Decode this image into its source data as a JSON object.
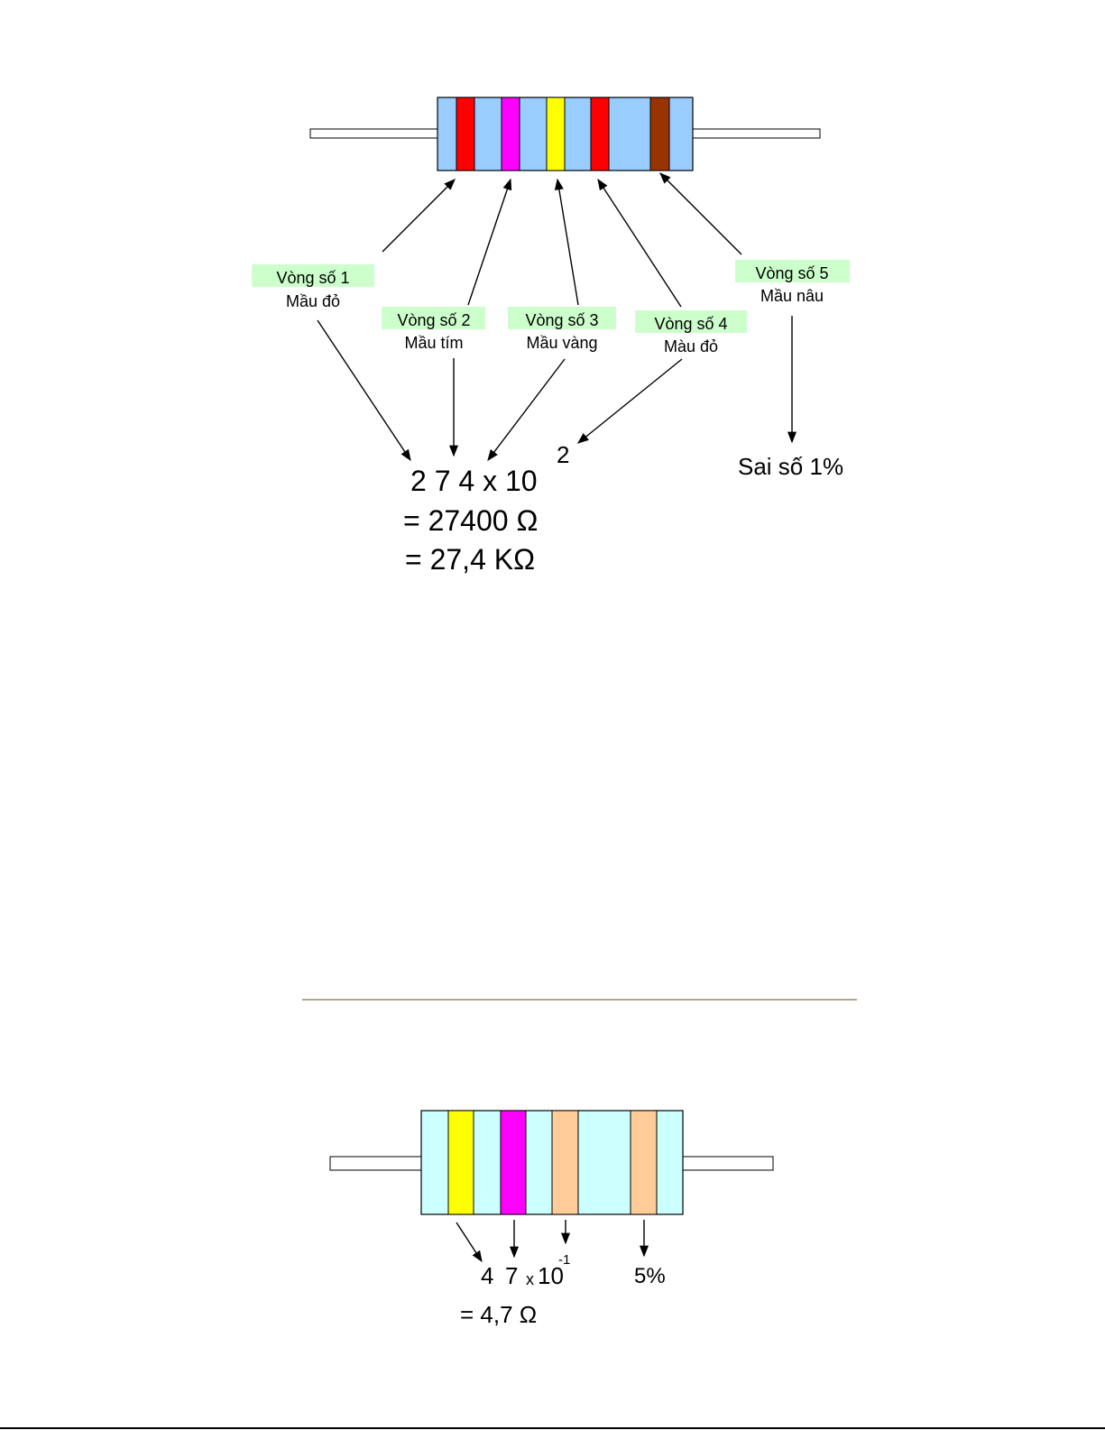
{
  "colors": {
    "body1": "#99ccff",
    "body2": "#ccffff",
    "label_bg": "#ccffcc",
    "red": "#ff0000",
    "magenta": "#ff00ff",
    "yellow": "#ffff00",
    "brown": "#993300",
    "orange": "#ffcc99",
    "divider": "#b0a88a",
    "footer_line": "#000000"
  },
  "resistor1": {
    "bands": [
      {
        "color_name": "red",
        "color": "#ff0000"
      },
      {
        "color_name": "magenta",
        "color": "#ff00ff"
      },
      {
        "color_name": "yellow",
        "color": "#ffff00"
      },
      {
        "color_name": "red",
        "color": "#ff0000"
      },
      {
        "color_name": "brown",
        "color": "#993300"
      }
    ],
    "labels": [
      {
        "title": "Vòng số 1",
        "color": "Mầu đỏ"
      },
      {
        "title": "Vòng số 2",
        "color": "Mầu tím"
      },
      {
        "title": "Vòng số 3",
        "color": "Mầu vàng"
      },
      {
        "title": "Vòng số 4",
        "color": "Màu đỏ"
      },
      {
        "title": "Vòng số 5",
        "color": "Mầu nâu"
      }
    ],
    "formula": {
      "digits": "2 7 4 x 10",
      "exponent": "2"
    },
    "result1": "=  27400 Ω",
    "result2": "= 27,4  KΩ",
    "tolerance": "Sai số 1%"
  },
  "resistor2": {
    "bands": [
      {
        "color_name": "yellow",
        "color": "#ffff00"
      },
      {
        "color_name": "magenta",
        "color": "#ff00ff"
      },
      {
        "color_name": "orange",
        "color": "#ffcc99"
      },
      {
        "color_name": "orange",
        "color": "#ffcc99"
      }
    ],
    "formula": {
      "d1": "4",
      "d2": "7",
      "x": "x",
      "ten": "10",
      "exponent": "-1"
    },
    "tolerance": "5%",
    "result": "= 4,7 Ω"
  }
}
